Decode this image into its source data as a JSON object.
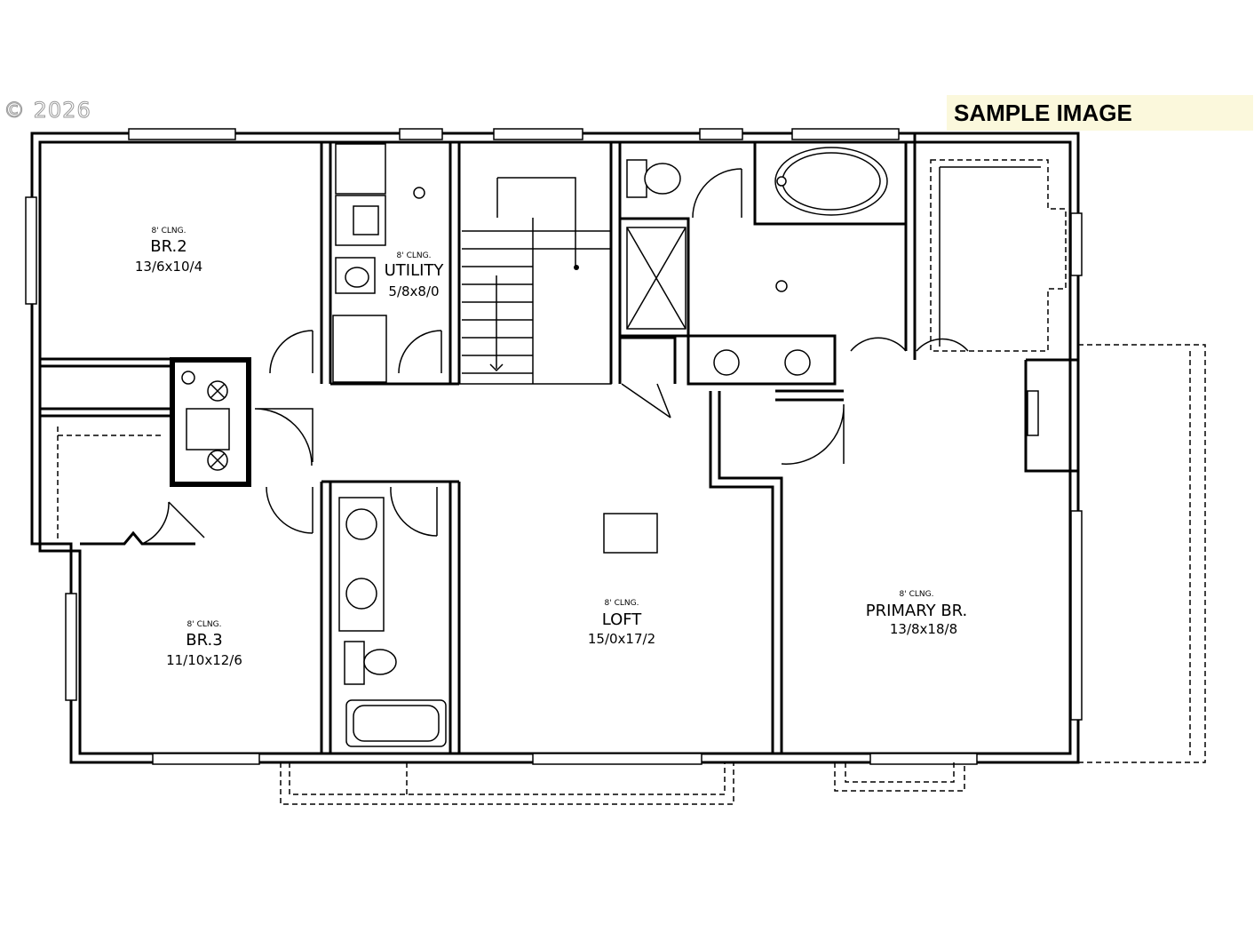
{
  "watermark": "SAMPLE IMAGE",
  "copyright": "© 2026",
  "rooms": [
    {
      "id": "br2",
      "ceiling": "8' CLNG.",
      "name": "BR.2",
      "dims": "13/6x10/4"
    },
    {
      "id": "utility",
      "ceiling": "8' CLNG.",
      "name": "UTILITY",
      "dims": "5/8x8/0"
    },
    {
      "id": "br3",
      "ceiling": "8' CLNG.",
      "name": "BR.3",
      "dims": "11/10x12/6"
    },
    {
      "id": "loft",
      "ceiling": "8' CLNG.",
      "name": "LOFT",
      "dims": "15/0x17/2"
    },
    {
      "id": "primary",
      "ceiling": "8' CLNG.",
      "name": "PRIMARY BR.",
      "dims": "13/8x18/8"
    }
  ]
}
